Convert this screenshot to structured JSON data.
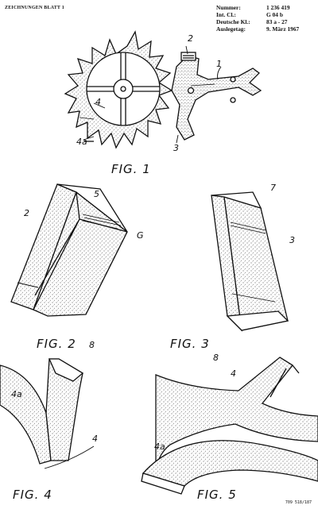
{
  "header": {
    "sheet_label": "ZEICHNUNGEN BLATT 1",
    "fields": [
      {
        "label": "Nummer:",
        "value": "1 236 419"
      },
      {
        "label": "Int. Cl.:",
        "value": "G 04 b"
      },
      {
        "label": "Deutsche Kl.:",
        "value": "83 a - 27"
      },
      {
        "label": "Auslegetag:",
        "value": "9. März 1967"
      }
    ]
  },
  "figures": {
    "fig1": {
      "caption": "FIG. 1",
      "labels": [
        "1",
        "2",
        "3",
        "4",
        "4a"
      ]
    },
    "fig2": {
      "caption": "FIG. 2",
      "labels": [
        "2",
        "5",
        "G",
        "8"
      ]
    },
    "fig3": {
      "caption": "FIG. 3",
      "labels": [
        "7",
        "3",
        "8"
      ]
    },
    "fig4": {
      "caption": "FIG. 4",
      "labels": [
        "4a",
        "4"
      ]
    },
    "fig5": {
      "caption": "FIG. 5",
      "labels": [
        "4",
        "4a"
      ]
    }
  },
  "footer": {
    "code": "709 518/187"
  }
}
